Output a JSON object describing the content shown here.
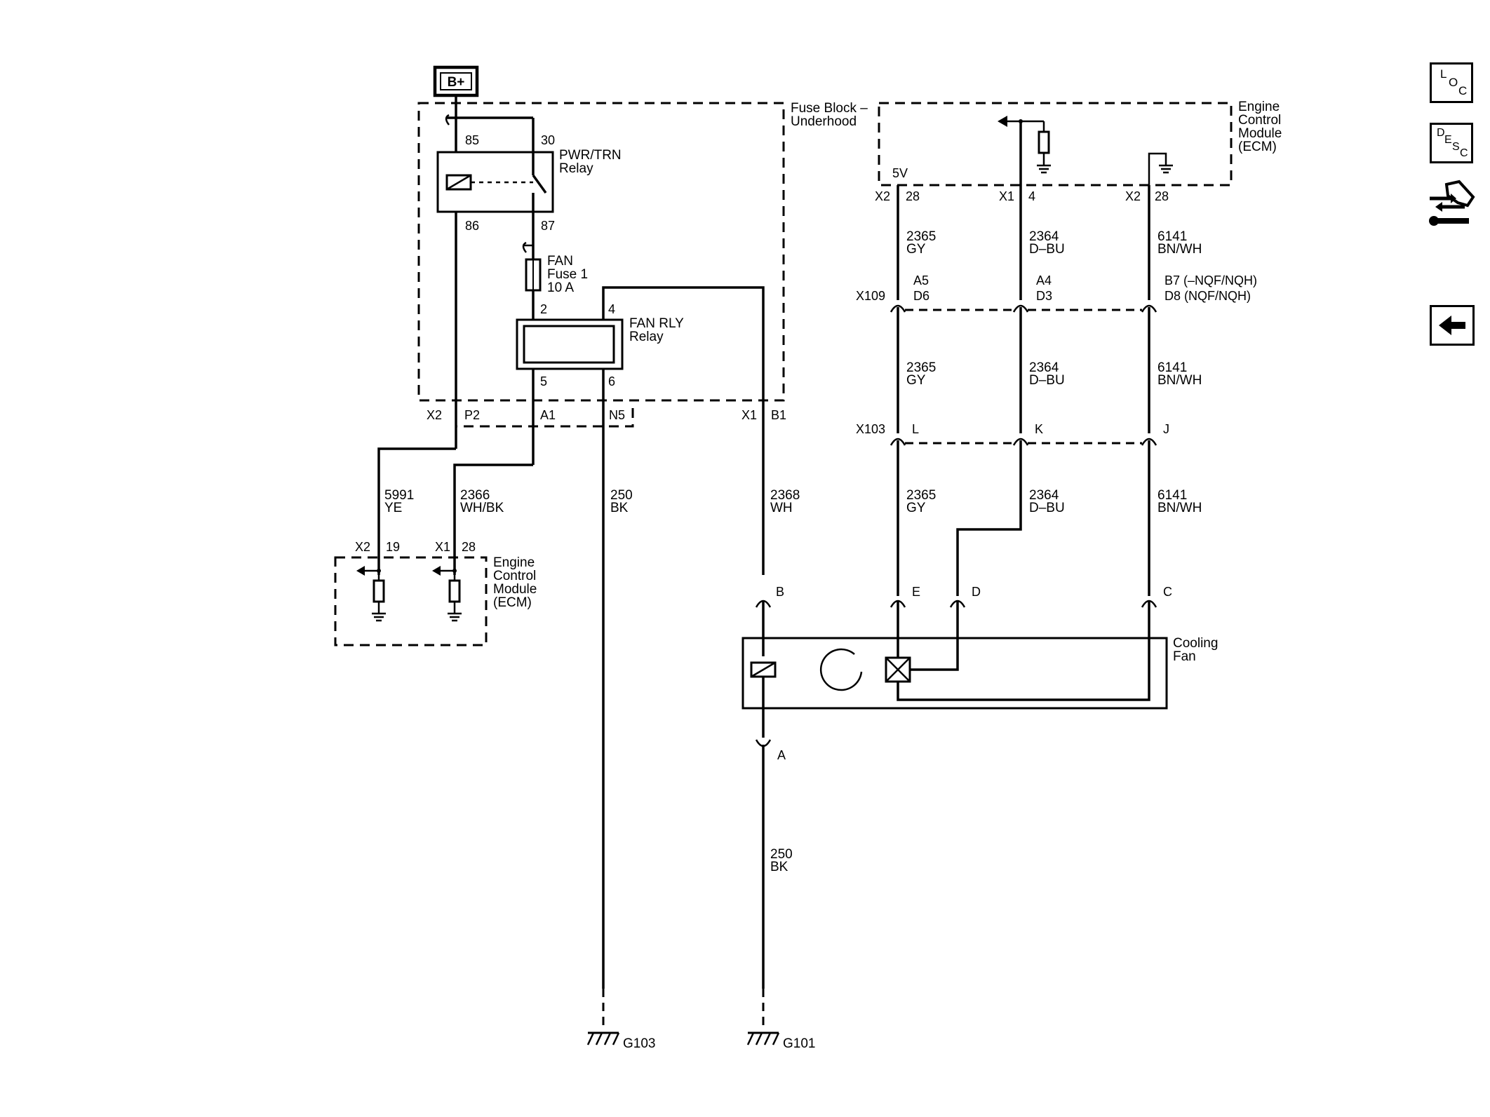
{
  "supply": {
    "label": "B+"
  },
  "fuse_block": {
    "title_line1": "Fuse Block –",
    "title_line2": "Underhood"
  },
  "pwr_relay": {
    "name_line1": "PWR/TRN",
    "name_line2": "Relay",
    "pin_85": "85",
    "pin_30": "30",
    "pin_86": "86",
    "pin_87": "87"
  },
  "fan_fuse": {
    "line1": "FAN",
    "line2": "Fuse 1",
    "line3": "10 A"
  },
  "fan_relay": {
    "name_line1": "FAN RLY",
    "name_line2": "Relay",
    "pin_2": "2",
    "pin_4": "4",
    "pin_5": "5",
    "pin_6": "6"
  },
  "fuse_block_connectors": {
    "x2": "X2",
    "p2": "P2",
    "a1": "A1",
    "n5": "N5",
    "x1": "X1",
    "b1": "B1"
  },
  "wires": {
    "w5991": {
      "num": "5991",
      "color": "YE"
    },
    "w2366": {
      "num": "2366",
      "color": "WH/BK"
    },
    "w250a": {
      "num": "250",
      "color": "BK"
    },
    "w2368": {
      "num": "2368",
      "color": "WH"
    },
    "w250b": {
      "num": "250",
      "color": "BK"
    },
    "w2365": {
      "num": "2365",
      "color": "GY"
    },
    "w2364": {
      "num": "2364",
      "color": "D–BU"
    },
    "w6141": {
      "num": "6141",
      "color": "BN/WH"
    }
  },
  "ecm_left": {
    "title_line1": "Engine",
    "title_line2": "Control",
    "title_line3": "Module",
    "title_line4": "(ECM)",
    "x2": "X2",
    "pin19": "19",
    "x1": "X1",
    "pin28": "28"
  },
  "ecm_right": {
    "title_line1": "Engine",
    "title_line2": "Control",
    "title_line3": "Module",
    "title_line4": "(ECM)",
    "v5": "5V",
    "x2a": "X2",
    "pin28a": "28",
    "x1": "X1",
    "pin4": "4",
    "x2b": "X2",
    "pin28b": "28"
  },
  "x109": {
    "label": "X109",
    "a5": "A5",
    "d6": "D6",
    "a4": "A4",
    "d3": "D3",
    "b7": "B7 (–NQF/NQH)",
    "d8": "D8 (NQF/NQH)"
  },
  "x103": {
    "label": "X103",
    "l": "L",
    "k": "K",
    "j": "J"
  },
  "cooling_fan": {
    "name_line1": "Cooling",
    "name_line2": "Fan",
    "b": "B",
    "e": "E",
    "d": "D",
    "c": "C",
    "a": "A"
  },
  "grounds": {
    "g103": "G103",
    "g101": "G101"
  },
  "nav": {
    "loc": {
      "l": "L",
      "o": "O",
      "c": "C"
    },
    "desc": {
      "d": "D",
      "e": "E",
      "s": "S",
      "c": "C"
    }
  }
}
